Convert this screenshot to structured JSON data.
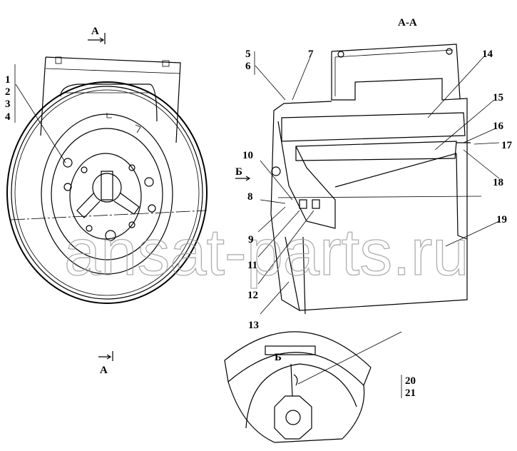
{
  "title_section": "A-A",
  "title_view": "Б",
  "section_marks": {
    "top": "A",
    "bottom": "A",
    "view_arrow": "Б"
  },
  "callouts": {
    "group_1_4": [
      "1",
      "2",
      "3",
      "4"
    ],
    "group_5_6": [
      "5",
      "6"
    ],
    "c7": "7",
    "c8": "8",
    "c9": "9",
    "c10": "10",
    "c11": "11",
    "c12": "12",
    "c13": "13",
    "c14": "14",
    "c15": "15",
    "c16": "16",
    "c17": "17",
    "c18": "18",
    "c19": "19",
    "group_20_21": [
      "20",
      "21"
    ]
  },
  "watermark": "ansat-parts.ru"
}
